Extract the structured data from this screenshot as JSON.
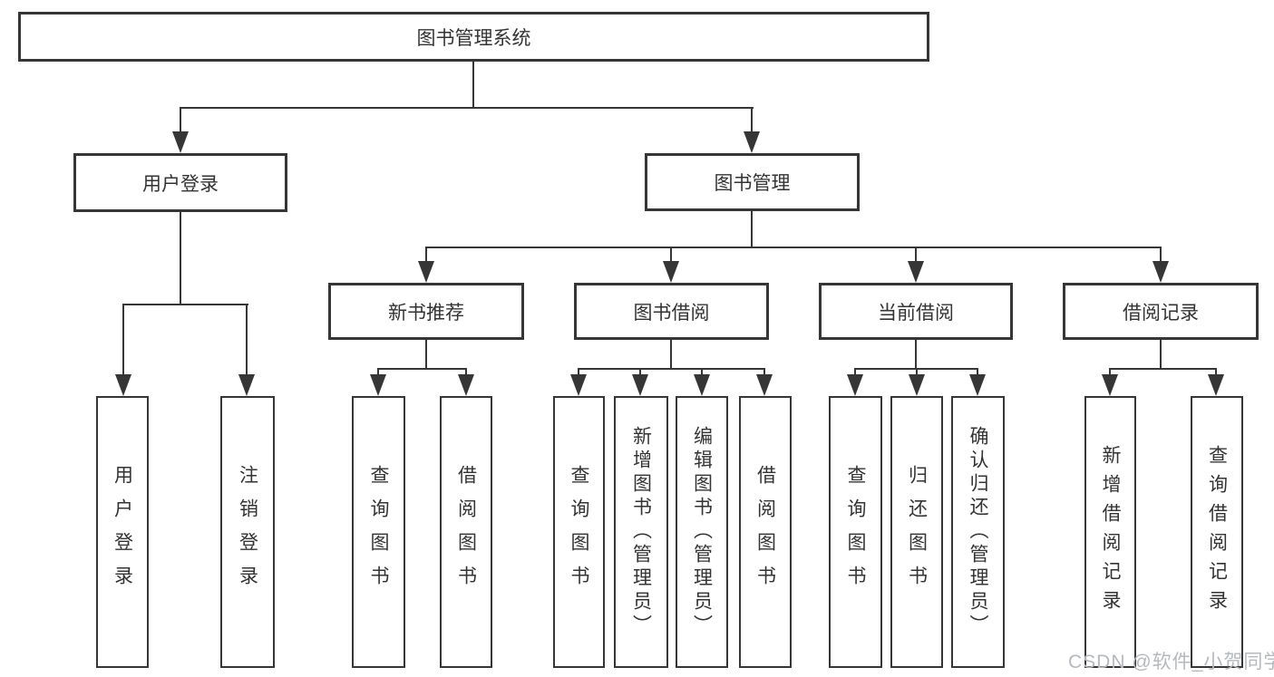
{
  "diagram": {
    "root": {
      "label": "图书管理系统"
    },
    "level2": [
      {
        "label": "用户登录"
      },
      {
        "label": "图书管理"
      }
    ],
    "level3": [
      {
        "label": "新书推荐"
      },
      {
        "label": "图书借阅"
      },
      {
        "label": "当前借阅"
      },
      {
        "label": "借阅记录"
      }
    ],
    "leaves": [
      {
        "label": "用户登录"
      },
      {
        "label": "注销登录"
      },
      {
        "label": "查询图书"
      },
      {
        "label": "借阅图书"
      },
      {
        "label": "查询图书"
      },
      {
        "label": "新增图书（管理员）"
      },
      {
        "label": "编辑图书（管理员）"
      },
      {
        "label": "借阅图书"
      },
      {
        "label": "查询图书"
      },
      {
        "label": "归还图书"
      },
      {
        "label": "确认归还（管理员）"
      },
      {
        "label": "新增借阅记录"
      },
      {
        "label": "查询借阅记录"
      }
    ]
  },
  "watermark": {
    "text": "CSDN @软件_小贺同学"
  },
  "colors": {
    "line": "#363636",
    "text": "#333333",
    "watermark": "#b5b9bd",
    "background": "#ffffff"
  }
}
